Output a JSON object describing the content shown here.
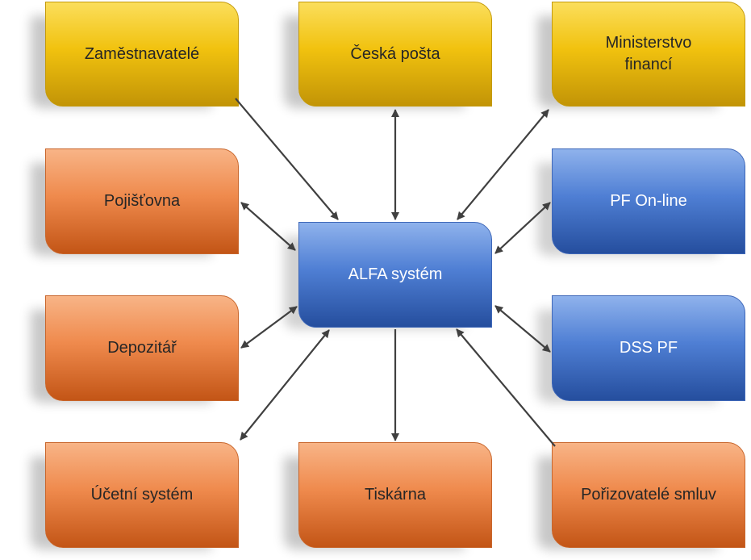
{
  "nodes": {
    "zamestnavatele": "Zaměstnavatelé",
    "ceska_posta": "Česká pošta",
    "ministerstvo_1": "Ministerstvo",
    "ministerstvo_2": "financí",
    "pojistovna": "Pojišťovna",
    "pf_online": "PF On-line",
    "alfa": "ALFA systém",
    "depozitar": "Depozitář",
    "dss_pf": "DSS PF",
    "ucetni": "Účetní systém",
    "tiskarna": "Tiskárna",
    "porizovatele": "Pořizovatelé smluv"
  },
  "colors": {
    "yellow": "#f1c20f",
    "orange": "#ef8a4d",
    "blue": "#4f7fd4",
    "arrow": "#404040"
  },
  "edges": [
    {
      "from": "Zaměstnavatelé",
      "to": "ALFA systém",
      "direction": "one-way"
    },
    {
      "from": "Česká pošta",
      "to": "ALFA systém",
      "direction": "two-way"
    },
    {
      "from": "Ministerstvo financí",
      "to": "ALFA systém",
      "direction": "two-way"
    },
    {
      "from": "Pojišťovna",
      "to": "ALFA systém",
      "direction": "two-way"
    },
    {
      "from": "PF On-line",
      "to": "ALFA systém",
      "direction": "two-way"
    },
    {
      "from": "Depozitář",
      "to": "ALFA systém",
      "direction": "two-way"
    },
    {
      "from": "DSS PF",
      "to": "ALFA systém",
      "direction": "two-way"
    },
    {
      "from": "Účetní systém",
      "to": "ALFA systém",
      "direction": "two-way"
    },
    {
      "from": "ALFA systém",
      "to": "Tiskárna",
      "direction": "one-way"
    },
    {
      "from": "Pořizovatelé smluv",
      "to": "ALFA systém",
      "direction": "one-way"
    }
  ]
}
